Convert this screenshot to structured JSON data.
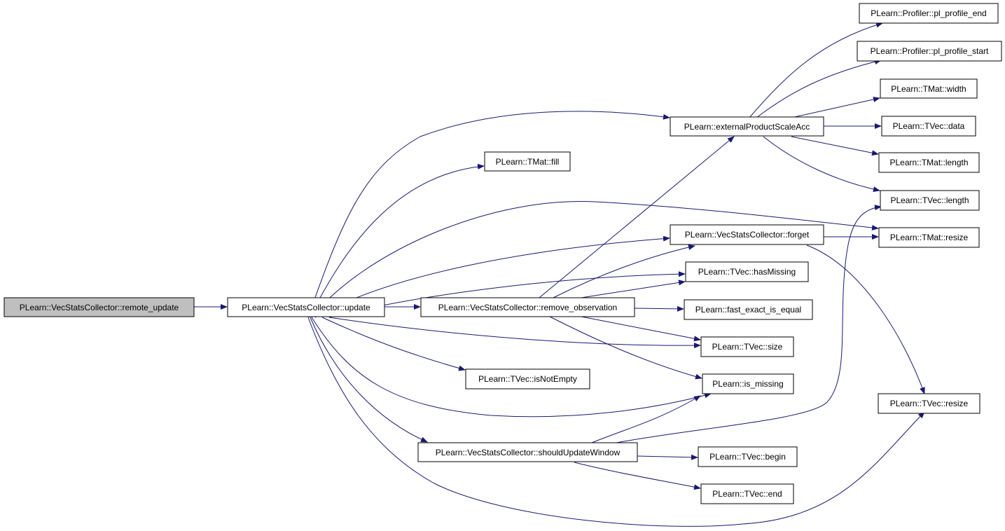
{
  "graph": {
    "nodes": [
      {
        "id": "n0",
        "label": "PLearn::VecStatsCollector::remote_update",
        "root": true
      },
      {
        "id": "n1",
        "label": "PLearn::VecStatsCollector::update"
      },
      {
        "id": "n2",
        "label": "PLearn::externalProductScaleAcc"
      },
      {
        "id": "n3",
        "label": "PLearn::TMat::fill"
      },
      {
        "id": "n4",
        "label": "PLearn::VecStatsCollector::forget"
      },
      {
        "id": "n5",
        "label": "PLearn::TVec::hasMissing"
      },
      {
        "id": "n6",
        "label": "PLearn::VecStatsCollector::remove_observation"
      },
      {
        "id": "n7",
        "label": "PLearn::fast_exact_is_equal"
      },
      {
        "id": "n8",
        "label": "PLearn::TVec::size"
      },
      {
        "id": "n9",
        "label": "PLearn::TVec::isNotEmpty"
      },
      {
        "id": "n10",
        "label": "PLearn::is_missing"
      },
      {
        "id": "n11",
        "label": "PLearn::VecStatsCollector::shouldUpdateWindow"
      },
      {
        "id": "n12",
        "label": "PLearn::TVec::begin"
      },
      {
        "id": "n13",
        "label": "PLearn::TVec::end"
      },
      {
        "id": "n14",
        "label": "PLearn::Profiler::pl_profile_end"
      },
      {
        "id": "n15",
        "label": "PLearn::Profiler::pl_profile_start"
      },
      {
        "id": "n16",
        "label": "PLearn::TMat::width"
      },
      {
        "id": "n17",
        "label": "PLearn::TVec::data"
      },
      {
        "id": "n18",
        "label": "PLearn::TMat::length"
      },
      {
        "id": "n19",
        "label": "PLearn::TVec::length"
      },
      {
        "id": "n20",
        "label": "PLearn::TMat::resize"
      },
      {
        "id": "n21",
        "label": "PLearn::TVec::resize"
      }
    ],
    "edges": [
      [
        "n0",
        "n1"
      ],
      [
        "n1",
        "n2"
      ],
      [
        "n1",
        "n3"
      ],
      [
        "n1",
        "n20"
      ],
      [
        "n1",
        "n4"
      ],
      [
        "n1",
        "n5"
      ],
      [
        "n1",
        "n6"
      ],
      [
        "n1",
        "n8"
      ],
      [
        "n1",
        "n9"
      ],
      [
        "n1",
        "n10"
      ],
      [
        "n1",
        "n11"
      ],
      [
        "n1",
        "n21"
      ],
      [
        "n2",
        "n14"
      ],
      [
        "n2",
        "n15"
      ],
      [
        "n2",
        "n16"
      ],
      [
        "n2",
        "n17"
      ],
      [
        "n2",
        "n18"
      ],
      [
        "n2",
        "n19"
      ],
      [
        "n4",
        "n20"
      ],
      [
        "n4",
        "n21"
      ],
      [
        "n6",
        "n2"
      ],
      [
        "n6",
        "n4"
      ],
      [
        "n6",
        "n5"
      ],
      [
        "n6",
        "n7"
      ],
      [
        "n6",
        "n8"
      ],
      [
        "n6",
        "n10"
      ],
      [
        "n11",
        "n10"
      ],
      [
        "n11",
        "n19"
      ],
      [
        "n11",
        "n12"
      ],
      [
        "n11",
        "n13"
      ]
    ],
    "colors": {
      "edge": "#191970",
      "root_fill": "#bfbfbf",
      "node_fill": "#ffffff"
    }
  }
}
